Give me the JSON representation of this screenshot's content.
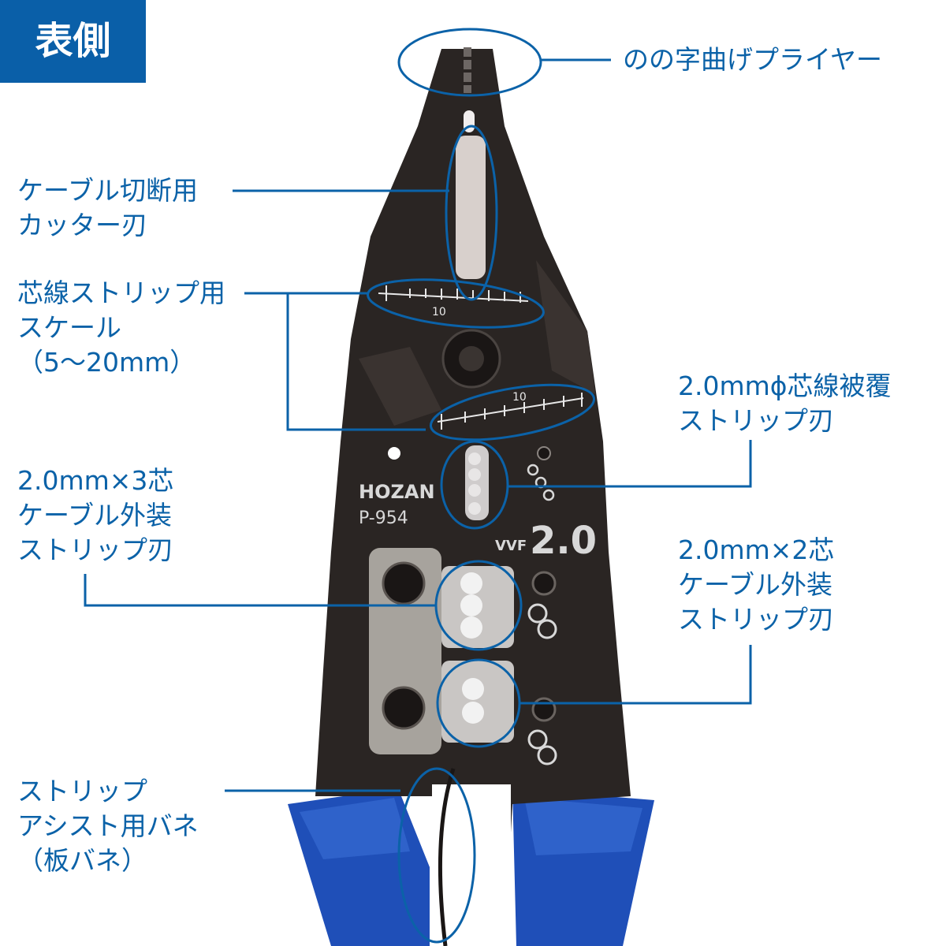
{
  "badge": "表側",
  "labels": {
    "pliers": "のの字曲げプライヤー",
    "cutter": [
      "ケーブル切断用",
      "カッター刃"
    ],
    "scale": [
      "芯線ストリップ用",
      "スケール",
      "（5〜20mm）"
    ],
    "core_strip": [
      "2.0mmϕ芯線被覆",
      "ストリップ刃"
    ],
    "three_core": [
      "2.0mm×3芯",
      "ケーブル外装",
      "ストリップ刃"
    ],
    "two_core": [
      "2.0mm×2芯",
      "ケーブル外装",
      "ストリップ刃"
    ],
    "spring": [
      "ストリップ",
      "アシスト用バネ",
      "（板バネ）"
    ]
  },
  "tool": {
    "brand": "HOZAN",
    "model": "P-954",
    "vvf": "VVF",
    "size": "2.0",
    "scale_mark": "10"
  },
  "colors": {
    "accent": "#0b62a8",
    "badge_bg": "#0a5fa8",
    "body": "#2a2523",
    "grip": "#1f4fb8"
  }
}
